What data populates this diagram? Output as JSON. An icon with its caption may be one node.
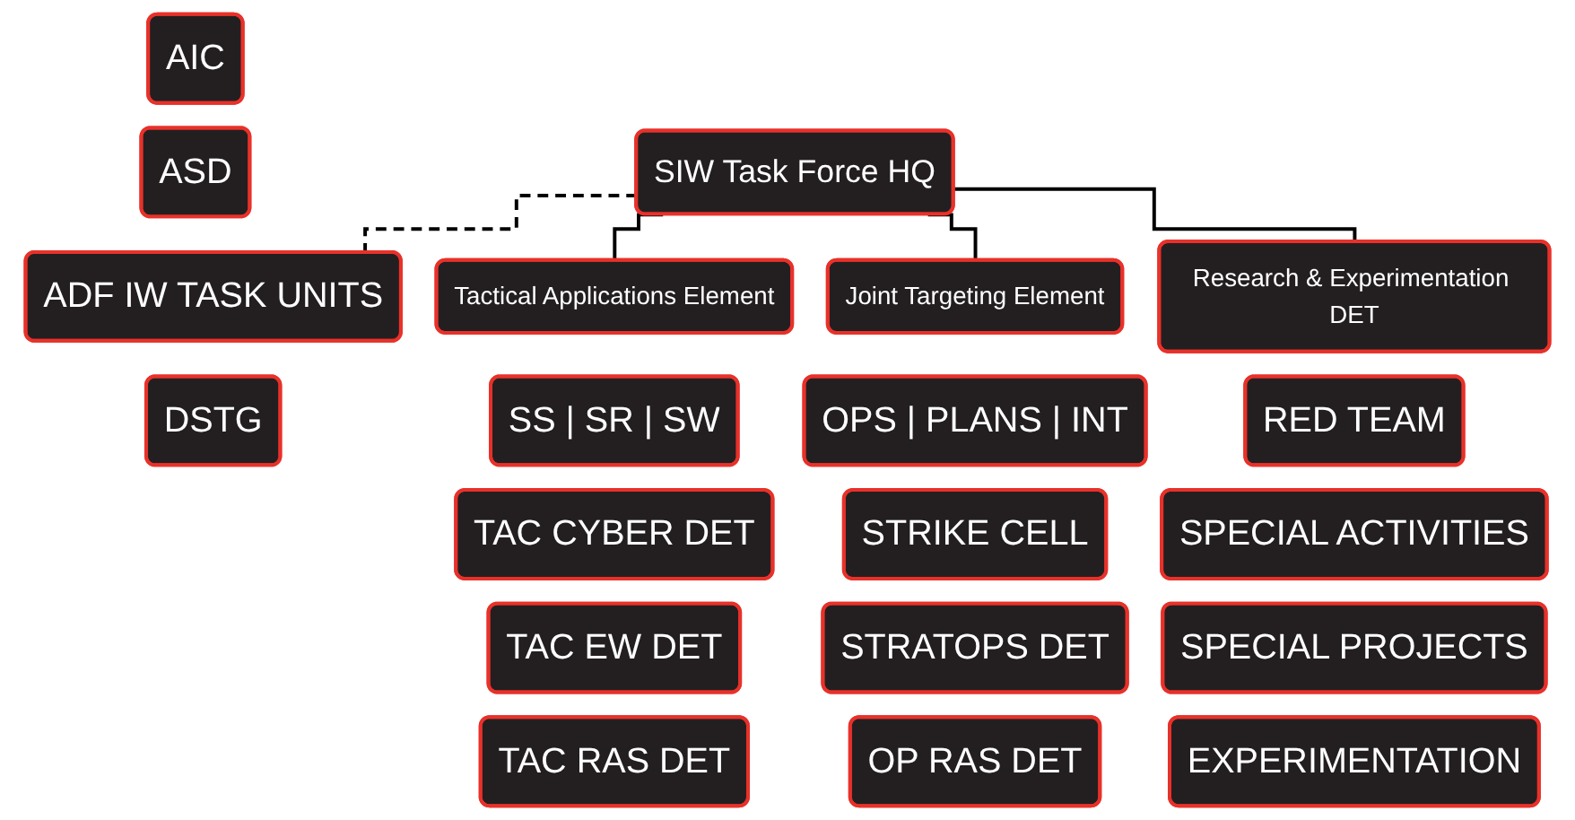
{
  "diagram": {
    "nodes": [
      {
        "text": [
          "SIW Task Force HQ"
        ]
      },
      {
        "text": [
          "AIC"
        ]
      },
      {
        "text": [
          "ASD"
        ]
      },
      {
        "text": [
          "ADF IW TASK UNITS"
        ]
      },
      {
        "text": [
          "DSTG"
        ]
      },
      {
        "text": [
          "Tactical Applications Element"
        ]
      },
      {
        "text": [
          "SS | SR | SW"
        ]
      },
      {
        "text": [
          "TAC CYBER DET"
        ]
      },
      {
        "text": [
          "TAC EW DET"
        ]
      },
      {
        "text": [
          "TAC RAS DET"
        ]
      },
      {
        "text": [
          "Joint Targeting Element"
        ]
      },
      {
        "text": [
          "OPS | PLANS | INT"
        ]
      },
      {
        "text": [
          "STRIKE CELL"
        ]
      },
      {
        "text": [
          "STRATOPS DET"
        ]
      },
      {
        "text": [
          "OP RAS DET"
        ]
      },
      {
        "text": [
          "Research & Experimentation DET"
        ]
      },
      {
        "text": [
          "RED TEAM"
        ]
      },
      {
        "text": [
          "SPECIAL ACTIVITIES"
        ]
      },
      {
        "text": [
          "SPECIAL PROJECTS"
        ]
      },
      {
        "text": [
          "EXPERIMENTATION"
        ]
      }
    ],
    "edges": [
      {
        "from": 0,
        "to": 3,
        "arrow": "none",
        "style": "dashed"
      },
      {
        "from": 0,
        "to": 5,
        "arrow": "none"
      },
      {
        "from": 0,
        "to": 10,
        "arrow": "none"
      },
      {
        "from": 0,
        "to": 15,
        "arrow": "none"
      }
    ]
  }
}
